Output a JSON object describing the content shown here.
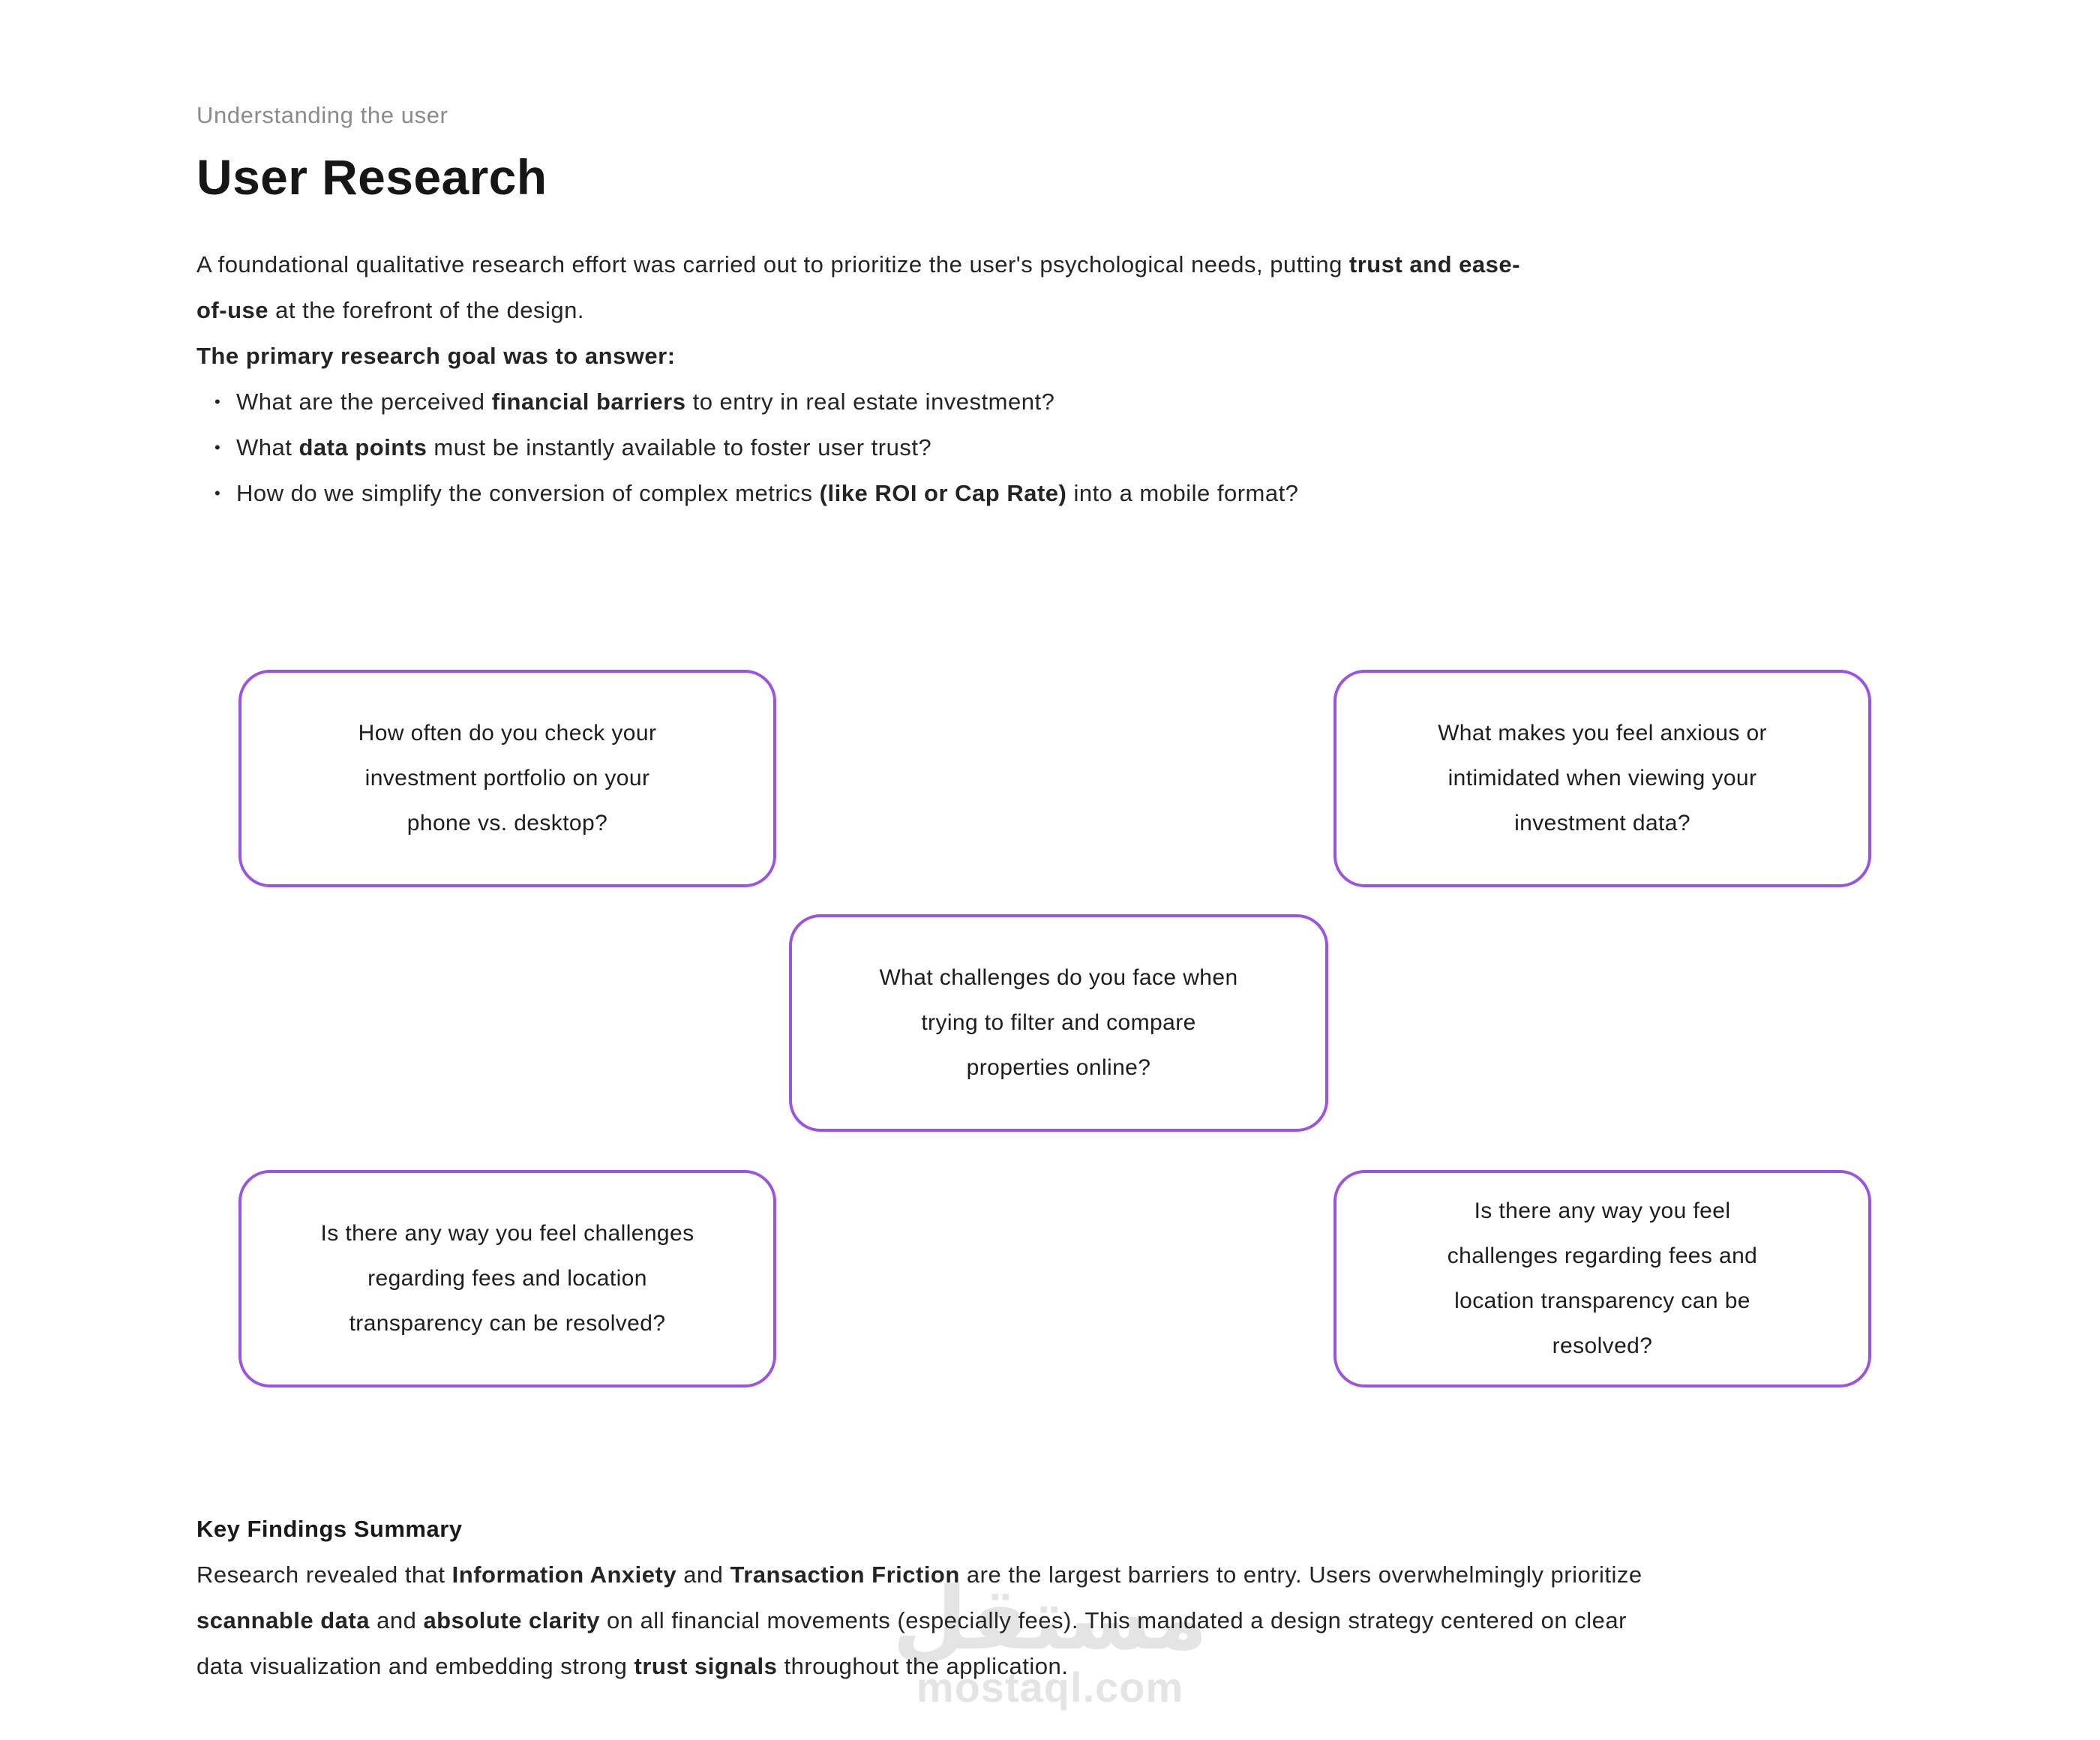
{
  "page": {
    "eyebrow": "Understanding the user",
    "title": "User Research"
  },
  "intro": {
    "lines": [
      [
        {
          "t": "A foundational qualitative research effort was carried out to prioritize the user's psychological needs, putting "
        },
        {
          "t": "trust and ease-",
          "b": true
        }
      ],
      [
        {
          "t": "of-use",
          "b": true
        },
        {
          "t": " at the forefront of the design."
        }
      ],
      [
        {
          "t": "The primary research goal was to answer:",
          "b": true
        }
      ]
    ],
    "bullets": [
      [
        {
          "t": "What are the perceived "
        },
        {
          "t": "financial barriers",
          "b": true
        },
        {
          "t": " to entry in real estate investment?"
        }
      ],
      [
        {
          "t": "What "
        },
        {
          "t": "data points",
          "b": true
        },
        {
          "t": " must be instantly available to foster user trust?"
        }
      ],
      [
        {
          "t": "How do we simplify the conversion of complex metrics "
        },
        {
          "t": "(like ROI or Cap Rate)",
          "b": true
        },
        {
          "t": " into a mobile format?"
        }
      ]
    ]
  },
  "cards": [
    {
      "text": "How often do you check your\ninvestment portfolio on your\nphone vs. desktop?"
    },
    {
      "text": "What makes you feel anxious or\nintimidated when viewing your\ninvestment data?"
    },
    {
      "text": "What challenges do you face when\ntrying to filter and compare\nproperties online?"
    },
    {
      "text": "Is there any way you feel challenges\nregarding fees and location\ntransparency can be resolved?"
    },
    {
      "text": "Is there any way you feel\nchallenges regarding fees and\nlocation transparency can be\nresolved?"
    }
  ],
  "summary": {
    "heading": "Key Findings Summary",
    "lines": [
      [
        {
          "t": "Research revealed that "
        },
        {
          "t": "Information Anxiety",
          "b": true
        },
        {
          "t": " and "
        },
        {
          "t": "Transaction Friction",
          "b": true
        },
        {
          "t": " are the largest barriers to entry. Users overwhelmingly prioritize"
        }
      ],
      [
        {
          "t": "scannable data",
          "b": true
        },
        {
          "t": " and "
        },
        {
          "t": "absolute clarity",
          "b": true
        },
        {
          "t": " on all financial movements (especially fees). This mandated a design strategy centered on clear"
        }
      ],
      [
        {
          "t": "data visualization and embedding strong "
        },
        {
          "t": "trust signals",
          "b": true
        },
        {
          "t": " throughout the application."
        }
      ]
    ]
  },
  "watermark": {
    "arabic": "مستقل",
    "latin": "mostaql.com"
  },
  "colors": {
    "card_border": "#9B54E0",
    "eyebrow_text": "#8B8B8B",
    "body_text": "#212121",
    "watermark": "#E4E4E4"
  }
}
